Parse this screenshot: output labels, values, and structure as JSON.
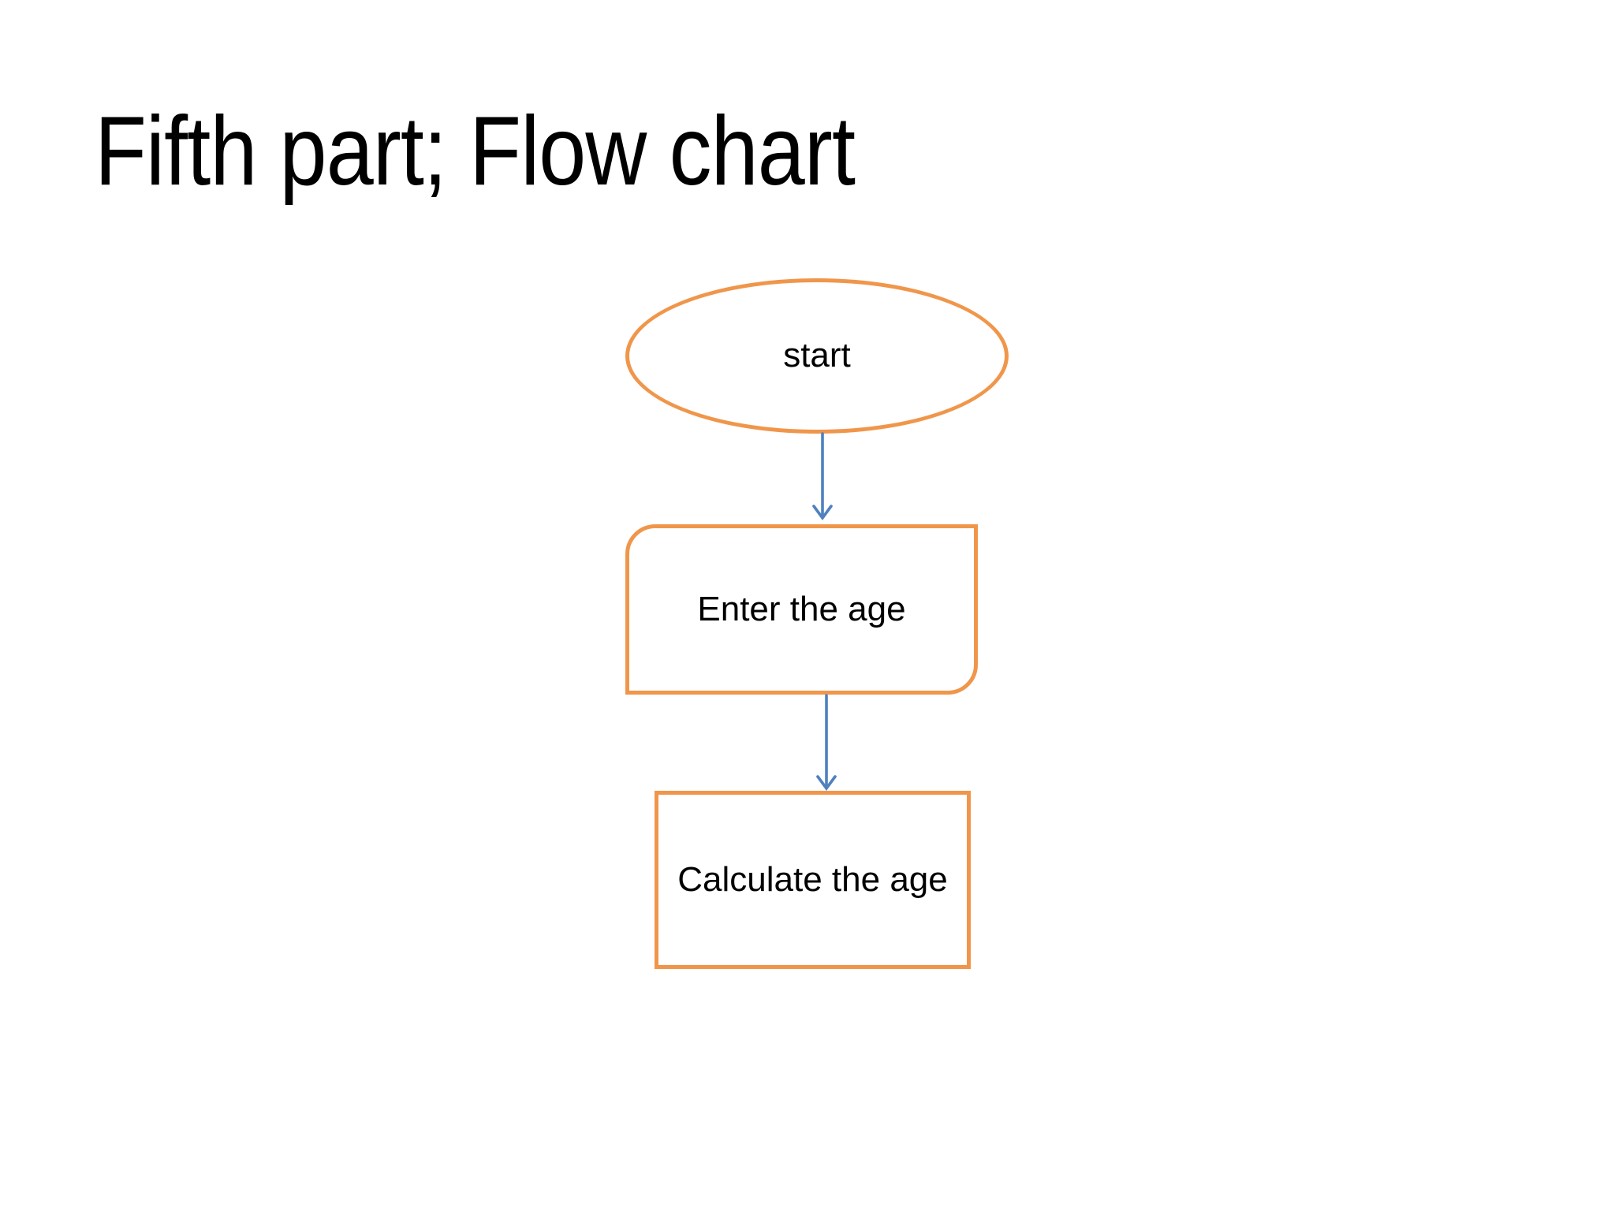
{
  "slide": {
    "title": "Fifth part; Flow chart"
  },
  "colors": {
    "background": "#FFFFFF",
    "title_text": "#000000",
    "node_text": "#000000",
    "shape_outline": "#F0964B",
    "arrow_stroke": "#4F81BD"
  },
  "flowchart": {
    "nodes": [
      {
        "label": "start",
        "shape": "ellipse"
      },
      {
        "label": "Enter the age",
        "shape": "rounded-diagonal-rectangle"
      },
      {
        "label": "Calculate the age",
        "shape": "rectangle"
      }
    ],
    "connectors": [
      {
        "from": "start",
        "to": "Enter the age",
        "style": "straight-down-arrow"
      },
      {
        "from": "Enter the age",
        "to": "Calculate the age",
        "style": "straight-down-arrow"
      }
    ]
  }
}
